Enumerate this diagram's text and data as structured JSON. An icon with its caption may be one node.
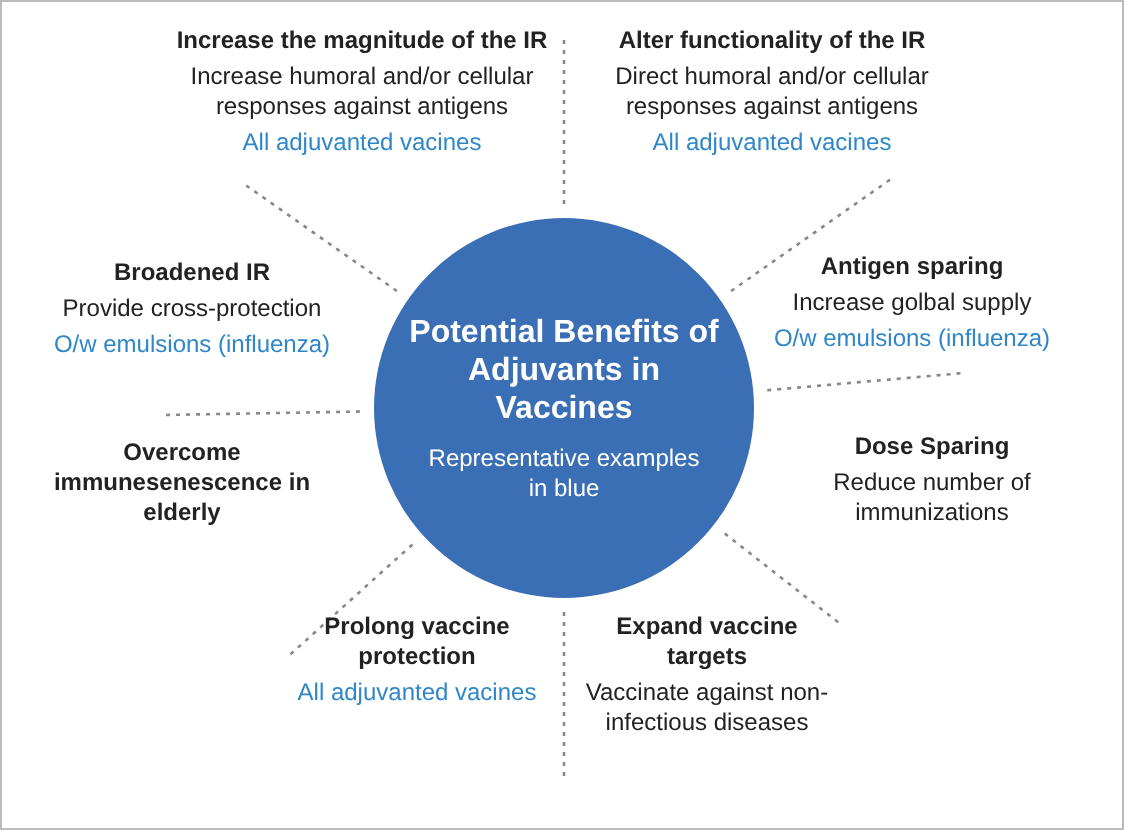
{
  "diagram": {
    "nodes": [
      {
        "text": [
          "Potential Benefits of Adjuvants in Vaccines",
          "Representative examples in blue"
        ]
      },
      {
        "text": [
          "Increase the magnitude of the IR",
          "Increase humoral and/or cellular responses against antigens",
          "All adjuvanted vacines"
        ]
      },
      {
        "text": [
          "Alter functionality of the IR",
          "Direct humoral and/or cellular responses against antigens",
          "All adjuvanted vacines"
        ]
      },
      {
        "text": [
          "Broadened IR",
          "Provide cross-protection",
          "O/w emulsions (influenza)"
        ]
      },
      {
        "text": [
          "Antigen sparing",
          "Increase golbal supply",
          "O/w emulsions (influenza)"
        ]
      },
      {
        "text": [
          "Overcome immunesenescence in elderly"
        ]
      },
      {
        "text": [
          "Dose Sparing",
          "Reduce number of immunizations"
        ]
      },
      {
        "text": [
          "Prolong vaccine protection",
          "All adjuvanted vacines"
        ]
      },
      {
        "text": [
          "Expand vaccine targets",
          "Vaccinate against non-infectious diseases"
        ]
      }
    ]
  }
}
